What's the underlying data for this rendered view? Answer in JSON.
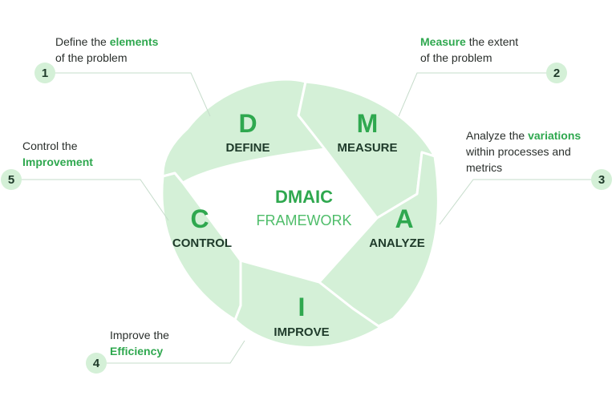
{
  "framework": {
    "title": "DMAIC",
    "subtitle": "FRAMEWORK"
  },
  "stages": [
    {
      "letter": "D",
      "label": "DEFINE"
    },
    {
      "letter": "M",
      "label": "MEASURE"
    },
    {
      "letter": "A",
      "label": "ANALYZE"
    },
    {
      "letter": "I",
      "label": "IMPROVE"
    },
    {
      "letter": "C",
      "label": "CONTROL"
    }
  ],
  "notes": [
    {
      "number": "1",
      "line1_a": "Define the ",
      "line1_b": "elements",
      "line2": "of the problem"
    },
    {
      "number": "2",
      "line1_a": "Measure",
      "line1_b": " the extent",
      "line2": "of the problem"
    },
    {
      "number": "3",
      "line1_a": "Analyze the ",
      "line1_b": "variations",
      "line2": "within processes and",
      "line3": "metrics"
    },
    {
      "number": "4",
      "line1": "Improve the",
      "line2": "Efficiency"
    },
    {
      "number": "5",
      "line1": "Control the",
      "line2": "Improvement"
    }
  ],
  "colors": {
    "segment_fill": "#d4f0d7",
    "accent_green": "#2fa84f",
    "dark_text": "#1e3a2a"
  }
}
